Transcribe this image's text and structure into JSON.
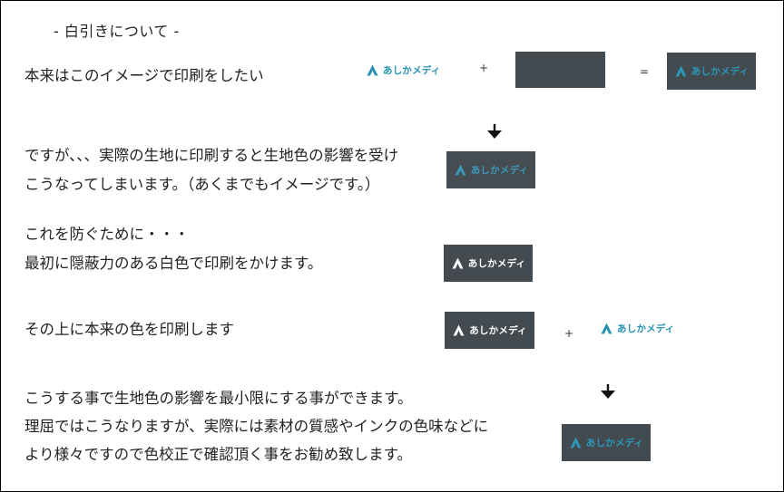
{
  "title": "- 白引きについて -",
  "logo_text": "あしかメディ",
  "colors": {
    "teal": "#2592b2",
    "teal_muted": "#3a9ab8",
    "teal_on_dark": "#2a98b6",
    "dark_box": "#434a50",
    "dark_box_2": "#454c52",
    "white": "#ffffff",
    "text": "#222222"
  },
  "icons": {
    "logo_mark": "triangle-A-mark",
    "arrow": "down-arrow"
  },
  "operators": {
    "plus": "+",
    "equals": "="
  },
  "sections": [
    {
      "lines": [
        "本来はこのイメージで印刷をしたい"
      ]
    },
    {
      "lines": [
        "ですが、、、実際の生地に印刷すると生地色の影響を受け",
        "こうなってしまいます。（あくまでもイメージです。）"
      ]
    },
    {
      "lines": [
        "これを防ぐために・・・",
        "最初に隠蔽力のある白色で印刷をかけます。"
      ]
    },
    {
      "lines": [
        "その上に本来の色を印刷します"
      ]
    },
    {
      "lines": [
        "こうする事で生地色の影響を最小限にする事ができます。",
        "理屈ではこうなりますが、実際には素材の質感やインクの色味などに",
        "より様々ですので色校正で確認頂く事をお勧め致します。"
      ]
    }
  ]
}
